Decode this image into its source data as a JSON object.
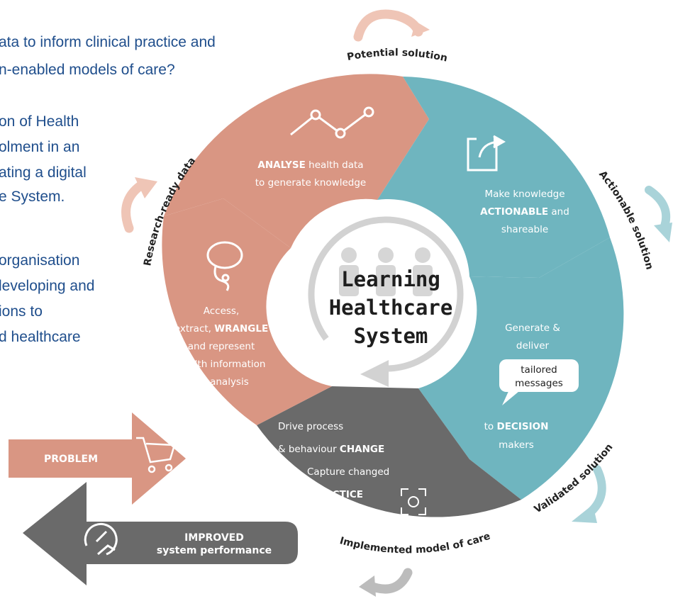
{
  "left_text": {
    "q1": "ata to inform clinical practice and",
    "q2": "n-enabled models of care?",
    "p1": [
      "on of Health",
      "olment in an",
      "ating a digital",
      "e System."
    ],
    "p2": [
      "organisation",
      "leveloping and",
      "ions to",
      "d healthcare"
    ]
  },
  "center": {
    "line1": "Learning",
    "line2": "Healthcare",
    "line3": "System"
  },
  "segments": {
    "analyse": {
      "bold": "ANALYSE",
      "rest": " health data",
      "line2": "to generate  knowledge"
    },
    "actionable": {
      "line1": "Make knowledge",
      "bold": "ACTIONABLE",
      "rest": " and",
      "line3": "shareable"
    },
    "decision": {
      "line1": "Generate &",
      "line2": "deliver",
      "bubble1": "tailored",
      "bubble2": "messages",
      "pre": "to ",
      "bold": "DECISION",
      "line4": "makers"
    },
    "change": {
      "line1": "Drive process",
      "pre2": "& behaviour ",
      "bold2": "CHANGE",
      "line3": "Capture changed",
      "bold4": "PRACTICE"
    },
    "wrangle": {
      "line1": "Access,",
      "pre2": "extract, ",
      "bold2": "WRANGLE",
      "line3": "and represent",
      "line4": "health information",
      "line5": "for analysis"
    }
  },
  "arc_labels": {
    "potential": "Potential solution",
    "actionable": "Actionable solution",
    "validated": "Validated solution",
    "implemented": "Implemented model of care",
    "research": "Research-ready data"
  },
  "arrows": {
    "problem": "PROBLEM",
    "improved1": "IMPROVED",
    "improved2": "system performance"
  },
  "colors": {
    "salmon": "#d99683",
    "teal": "#6fb5bf",
    "gray": "#6a6a6a",
    "light_salmon": "#efc5b6",
    "light_teal": "#a9d3d9",
    "light_gray": "#bcbcbc",
    "text_blue": "#1f4e8c"
  }
}
